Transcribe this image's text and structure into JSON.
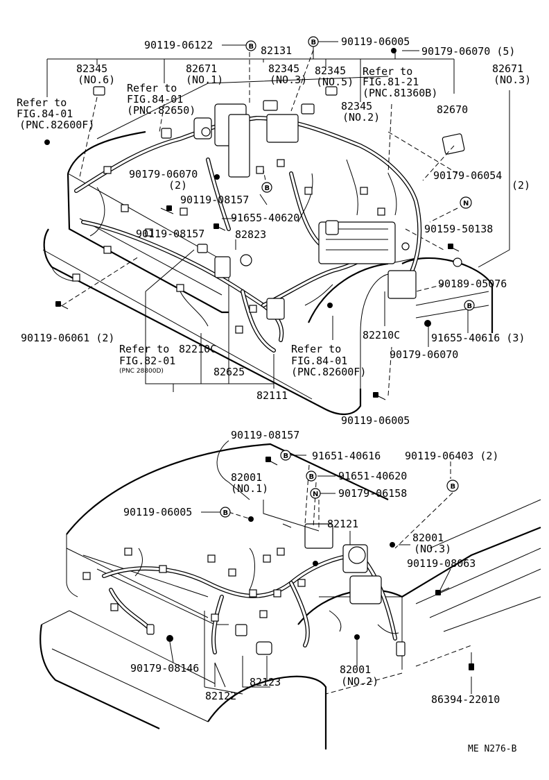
{
  "top": {
    "labels": {
      "p90119_06122": "90119-06122",
      "p90119_06005_top": "90119-06005",
      "p82131": "82131",
      "p90179_06070_5": "90179-06070 (5)",
      "p82345_no6": "82345",
      "p82345_no6_sub": "(NO.6)",
      "p82671_no1": "82671",
      "p82671_no1_sub": "(NO.1)",
      "p82345_no3": "82345",
      "p82345_no3_sub": "(NO.3)",
      "p82345_no5": "82345",
      "p82345_no5_sub": "(NO.5)",
      "ref_8121_a": "Refer to",
      "ref_8121_b": "FIG.81-21",
      "ref_8121_c": "(PNC.81360B)",
      "p82671_no3": "82671",
      "p82671_no3_sub": "(NO.3)",
      "ref_8401_left_a": "Refer to",
      "ref_8401_left_b": "FIG.84-01",
      "ref_8401_left_c": "(PNC.82600F)",
      "ref_8401_mid_a": "Refer to",
      "ref_8401_mid_b": "FIG.84-01",
      "ref_8401_mid_c": "(PNC.82650)",
      "p82345_no2": "82345",
      "p82345_no2_sub": "(NO.2)",
      "p82670": "82670",
      "p90179_06070_2": "90179-06070",
      "p90179_06070_2_sub": "(2)",
      "p90179_06054": "90179-06054",
      "p90179_06054_sub": "(2)",
      "p90119_08157_a": "90119-08157",
      "p91655_40620": "91655-40620",
      "p90119_08157_b": "90119-08157",
      "p82823": "82823",
      "p90159_50138": "90159-50138",
      "p90189_05076": "90189-05076",
      "p90119_06061": "90119-06061 (2)",
      "p91655_40616": "91655-40616 (3)",
      "ref_8201_a": "Refer to",
      "ref_8201_b": "FIG.82-01",
      "ref_8201_c": "(PNC 28800D)",
      "p82210c_left": "82210C",
      "p82625": "82625",
      "ref_8401_low_a": "Refer to",
      "ref_8401_low_b": "FIG.84-01",
      "ref_8401_low_c": "(PNC.82600F)",
      "p82210c_right": "82210C",
      "p90179_06070_low": "90179-06070",
      "p82111": "82111",
      "p90119_06005_mid": "90119-06005"
    }
  },
  "bottom": {
    "labels": {
      "p90119_08157": "90119-08157",
      "p91651_40616": "91651-40616",
      "p90119_06403": "90119-06403 (2)",
      "p91651_40620": "91651-40620",
      "p82001_no1": "82001",
      "p82001_no1_sub": "(NO.1)",
      "p90179_06158": "90179-06158",
      "p90119_06005": "90119-06005",
      "p82121": "82121",
      "p82001_no3": "82001",
      "p82001_no3_sub": "(NO.3)",
      "p90119_08063": "90119-08063",
      "p90179_08146": "90179-08146",
      "p82001_no2": "82001",
      "p82001_no2_sub": "(NO.2)",
      "p82123": "82123",
      "p82122": "82122",
      "p86394_22010": "86394-22010"
    }
  },
  "badges": {
    "b": "B",
    "n": "N"
  },
  "footer": {
    "code": "ME N276-B"
  }
}
